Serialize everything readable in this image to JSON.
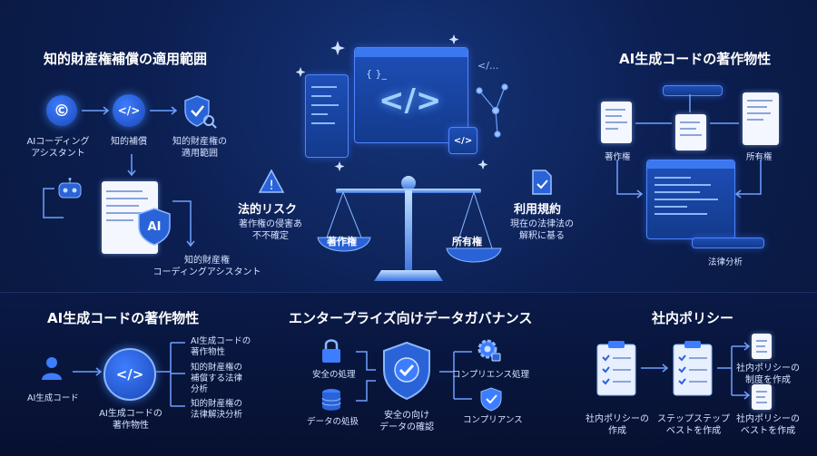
{
  "sections": {
    "ip_scope": {
      "title": "知的財産権補償の適用範囲",
      "ai_assistant": "AIコーディング\nアシスタント",
      "ip_indemnity": "知的補償",
      "ip_scope_label": "知的財産権の\n適用範囲",
      "ip_coding_assistant": "知的財産権\nコーディングアシスタント",
      "ai_badge": "AI"
    },
    "center": {
      "legal_risk_title": "法的リスク",
      "legal_risk_desc": "著作権の侵害あ\n不不確定",
      "terms_title": "利用規約",
      "terms_desc": "現在の法律法の\n解釈に基る",
      "scale_left": "著作権",
      "scale_right": "所有権",
      "code_glyph": "</>",
      "code_glyph_small": "</>",
      "bracket_glyph": "{ }_",
      "code_glyph_outline": "</..."
    },
    "ai_copyright_right": {
      "title": "AI生成コードの著作物性",
      "copyright": "著作権",
      "ownership": "所有権",
      "legal_analysis": "法律分析"
    },
    "ai_copyright_left": {
      "title": "AI生成コードの著作物性",
      "ai_code": "AI生成コード",
      "center_label": "AI生成コードの\n著作物性",
      "item1": "AI生成コードの\n著作物性",
      "item2": "知的財産権の\n補償する法律\n分析",
      "item3": "知的財産権の\n法律解決分析"
    },
    "governance": {
      "title": "エンタープライズ向けデータガバナンス",
      "secure_processing": "安全の処理",
      "data_handling": "データの処扱",
      "secure_confirm": "安全の向け\nデータの確認",
      "compliance_processing": "コンプリエンス処理",
      "compliance": "コンプリアンス"
    },
    "policy": {
      "title": "社内ポリシー",
      "create_policy": "社内ポリシーの\n作成",
      "step_best": "ステップステップ\nベストを作成",
      "policy_system": "社内ポリシーの\n制度を作成",
      "policy_best": "社内ポリシーの\nベストを作成"
    }
  },
  "colors": {
    "accent": "#3d7dff",
    "glow": "#5aa0ff",
    "background": "#0c1f52"
  }
}
